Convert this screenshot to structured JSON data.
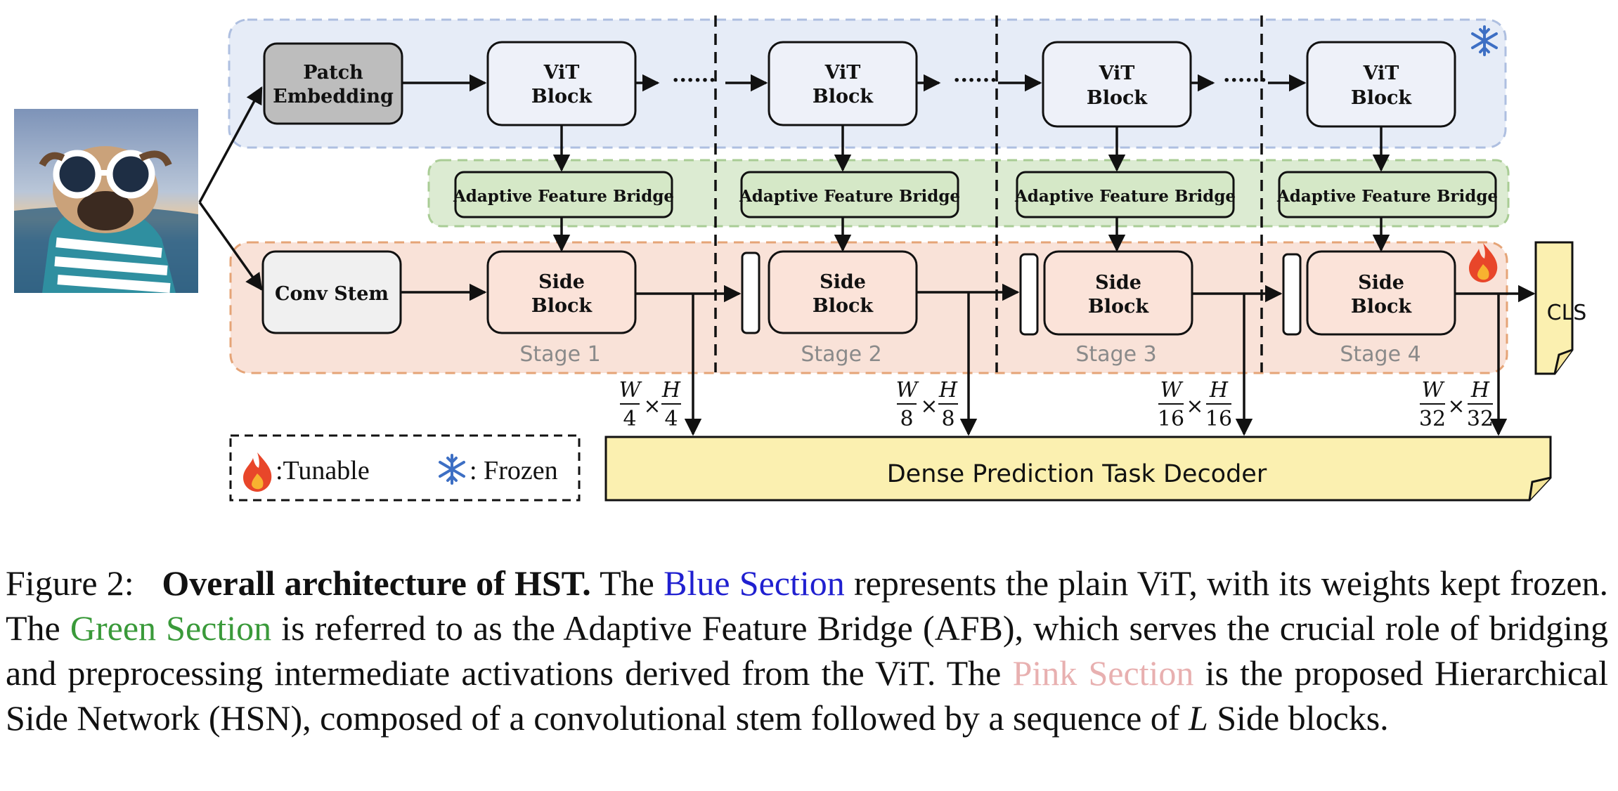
{
  "diagram": {
    "vit_row": {
      "patch_embedding": [
        "Patch",
        "Embedding"
      ],
      "vit_block": [
        "ViT",
        "Block"
      ],
      "ellipsis": "······"
    },
    "afb_label": "Adaptive Feature Bridge",
    "side_row": {
      "conv_stem": "Conv Stem",
      "side_block": [
        "Side",
        "Block"
      ]
    },
    "stages": [
      "Stage 1",
      "Stage 2",
      "Stage 3",
      "Stage 4"
    ],
    "resolutions": [
      {
        "w": "W",
        "wd": "4",
        "h": "H",
        "hd": "4"
      },
      {
        "w": "W",
        "wd": "8",
        "h": "H",
        "hd": "8"
      },
      {
        "w": "W",
        "wd": "16",
        "h": "H",
        "hd": "16"
      },
      {
        "w": "W",
        "wd": "32",
        "h": "H",
        "hd": "32"
      }
    ],
    "times": "×",
    "cls": "CLS",
    "decoder": "Dense Prediction Task Decoder",
    "legend": {
      "tunable": ":Tunable",
      "frozen": ": Frozen"
    },
    "colors": {
      "blue_section": "#e6ecf7",
      "green_section": "#dcebd2",
      "pink_section": "#f9e2d8",
      "note_yellow": "#fbf0b0"
    }
  },
  "caption": {
    "label": "Figure 2:",
    "title": "Overall architecture of HST.",
    "t1": " The ",
    "blue": "Blue Section",
    "t2": " represents the plain ViT, with its weights kept frozen. The ",
    "green": "Green Section",
    "t3": " is referred to as the Adaptive Feature Bridge (AFB), which serves the crucial role of bridging and preprocessing intermediate activations derived from the ViT. The ",
    "pink": "Pink Section",
    "t4": " is the proposed Hierarchical Side Network (HSN), composed of a convolutional stem followed by a sequence of ",
    "L": "L",
    "t5": " Side blocks."
  }
}
